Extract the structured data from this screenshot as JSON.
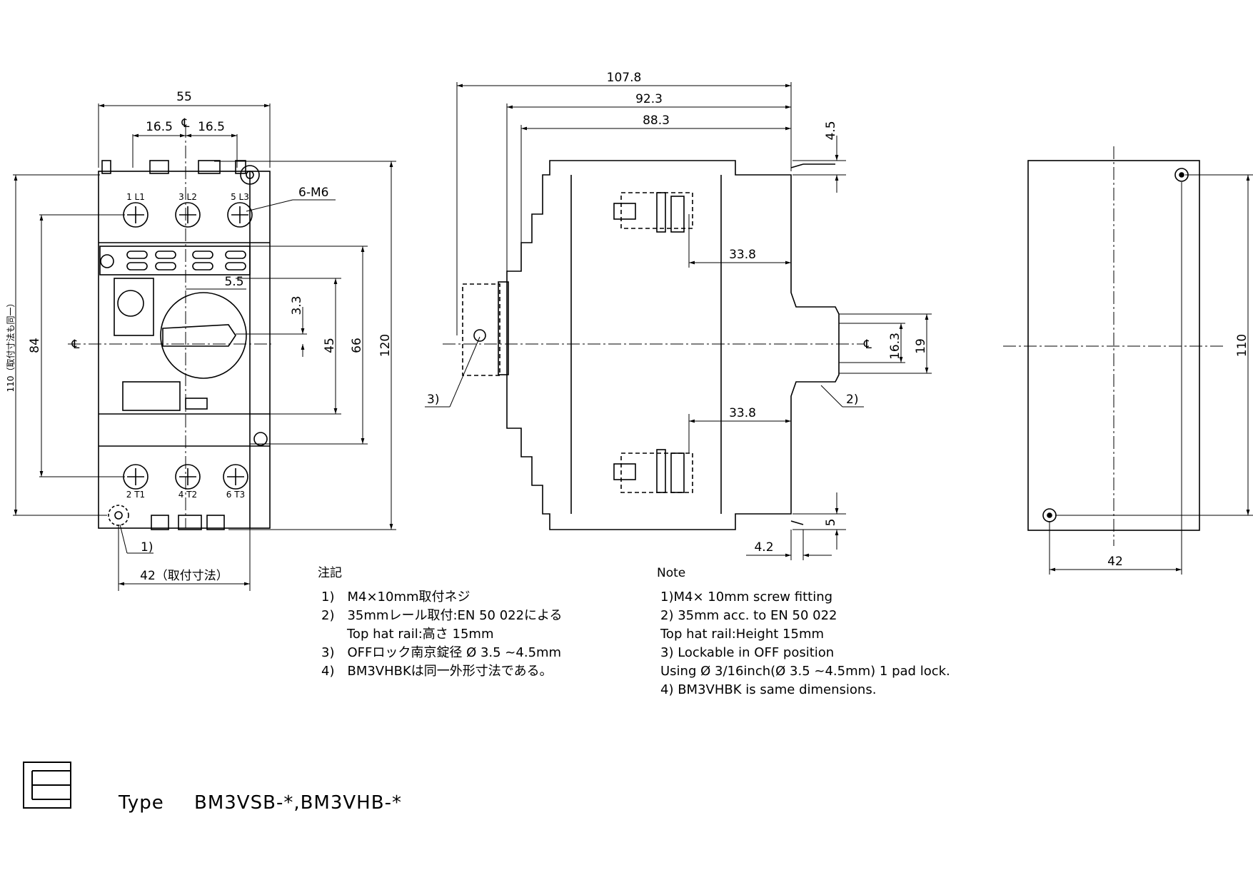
{
  "front_view": {
    "dims": {
      "width": "55",
      "pitch_left": "16.5",
      "pitch_right": "16.5",
      "screws": "6-M6",
      "total_height": "120",
      "mount_height": "110（取付寸法も同一）",
      "d84": "84",
      "d66": "66",
      "d45": "45",
      "d33": "3.3",
      "d55": "5.5",
      "mount_width": "42（取付寸法）",
      "note_ref": "1)"
    },
    "terminals_top": [
      "1 L1",
      "3 L2",
      "5 L3"
    ],
    "terminals_bottom": [
      "2 T1",
      "4 T2",
      "6 T3"
    ],
    "centerline": "℄"
  },
  "side_view": {
    "dims": {
      "d1078": "107.8",
      "d923": "92.3",
      "d883": "88.3",
      "d45": "4.5",
      "d338a": "33.8",
      "d338b": "33.8",
      "d163": "16.3",
      "d19": "19",
      "d5": "5",
      "d42": "4.2"
    },
    "refs": {
      "r3": "3)",
      "r2": "2)"
    },
    "centerline": "℄"
  },
  "mount_view": {
    "dims": {
      "height": "110",
      "width": "42"
    }
  },
  "notes_ja": {
    "heading": "注記",
    "lines": [
      "1)　M4×10mm取付ネジ",
      "2)　35mmレール取付:EN 50 022による",
      "　　Top hat rail:高さ 15mm",
      "3)　OFFロック南京錠径 Ø 3.5 ~4.5mm",
      "4)　BM3VHBKは同一外形寸法である。"
    ]
  },
  "notes_en": {
    "heading": "Note",
    "lines": [
      "1)M4× 10mm screw fitting",
      "2) 35mm acc. to EN 50 022",
      "  Top hat rail:Height 15mm",
      "3) Lockable in OFF position",
      "  Using Ø 3/16inch(Ø 3.5 ~4.5mm) 1 pad lock.",
      "4) BM3VHBK is same dimensions."
    ]
  },
  "title_block": {
    "type_label": "Type",
    "model": "BM3VSB-*,BM3VHB-*"
  }
}
